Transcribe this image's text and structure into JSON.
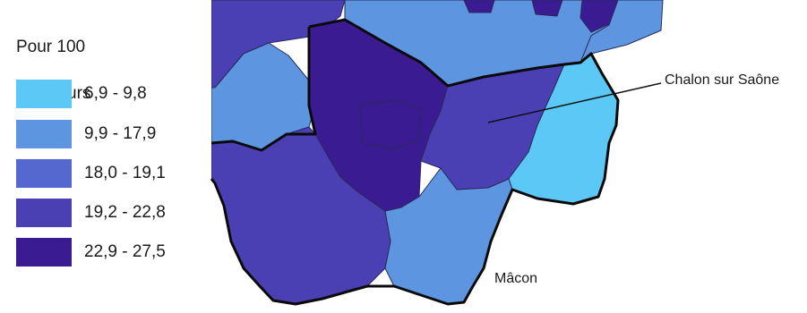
{
  "legend": {
    "title_line1": "Pour  100",
    "title_line2": "chômeurs",
    "classes": [
      {
        "range": "6,9 - 9,8",
        "color": "#5cc8f5"
      },
      {
        "range": "9,9 - 17,9",
        "color": "#5d95e0"
      },
      {
        "range": "18,0 - 19,1",
        "color": "#5468cf"
      },
      {
        "range": "19,2 - 22,8",
        "color": "#4b3fb4"
      },
      {
        "range": "22,9 - 27,5",
        "color": "#3a1b92"
      }
    ]
  },
  "labels": {
    "chalon": "Chalon sur Saône",
    "macon": "Mâcon"
  }
}
